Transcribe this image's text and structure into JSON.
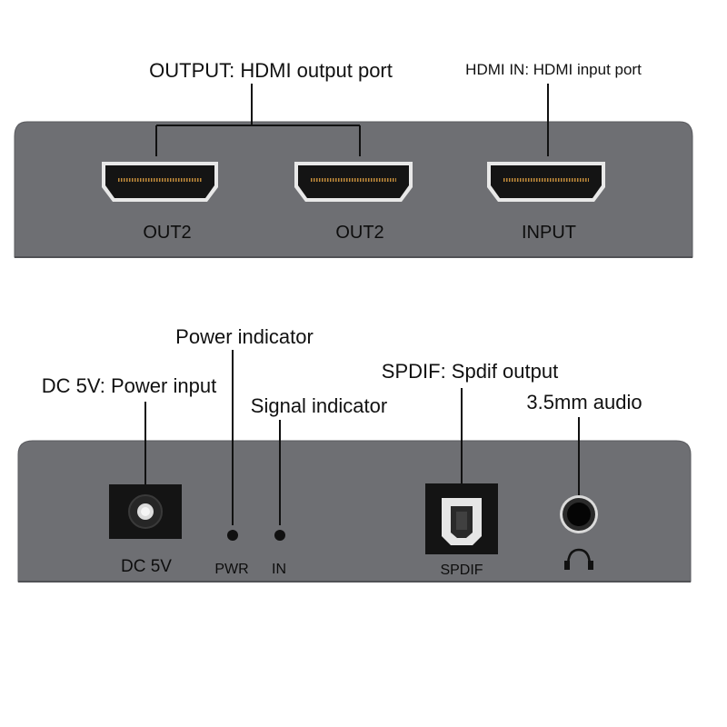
{
  "colors": {
    "panel": "#6e6f73",
    "panel_edge": "#5a5b5f",
    "port_black": "#141414",
    "callout_line": "#111111"
  },
  "front_panel": {
    "callouts": {
      "output": "OUTPUT: HDMI output port",
      "input": "HDMI IN: HDMI input port"
    },
    "ports": [
      {
        "label": "OUT2",
        "icon": "hdmi-port-icon"
      },
      {
        "label": "OUT2",
        "icon": "hdmi-port-icon"
      },
      {
        "label": "INPUT",
        "icon": "hdmi-port-icon"
      }
    ]
  },
  "rear_panel": {
    "callouts": {
      "dc": "DC 5V: Power input",
      "power_indicator": "Power indicator",
      "signal_indicator": "Signal indicator",
      "spdif": "SPDIF: Spdif output",
      "audio": "3.5mm audio"
    },
    "labels": {
      "dc": "DC 5V",
      "pwr": "PWR",
      "in": "IN",
      "spdif": "SPDIF"
    },
    "icons": {
      "dc": "dc-jack-icon",
      "pwr": "led-indicator-icon",
      "in": "led-indicator-icon",
      "spdif": "toslink-port-icon",
      "audio": "audio-jack-icon",
      "headphone": "headphone-icon"
    }
  }
}
